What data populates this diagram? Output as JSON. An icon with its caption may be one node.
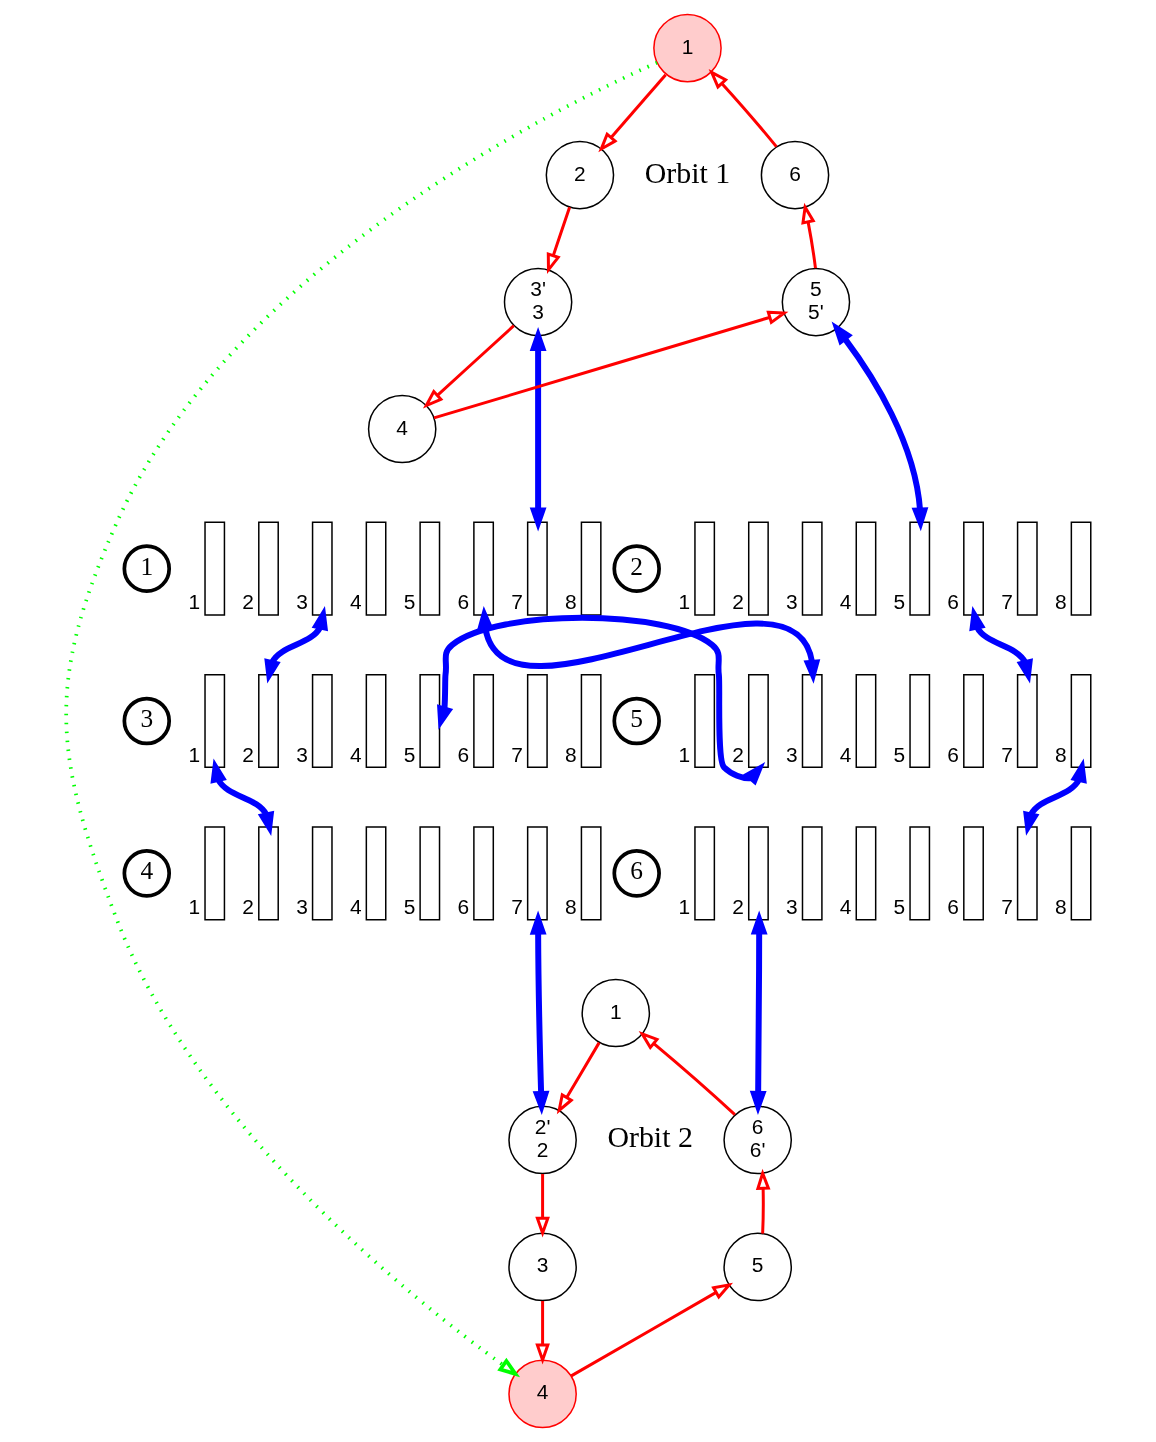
{
  "diagram": {
    "nodes": [
      {
        "text": [
          "1"
        ]
      },
      {
        "text": [
          "2"
        ]
      },
      {
        "text": [
          "3'",
          "3"
        ]
      },
      {
        "text": [
          "4"
        ]
      },
      {
        "text": [
          "5",
          "5'"
        ]
      },
      {
        "text": [
          "6"
        ]
      },
      {
        "text": [
          "1"
        ]
      },
      {
        "text": [],
        "shape": "box",
        "beside": [
          "1"
        ]
      },
      {
        "text": [],
        "shape": "box",
        "beside": [
          "2"
        ]
      },
      {
        "text": [],
        "shape": "box",
        "beside": [
          "3"
        ]
      },
      {
        "text": [],
        "shape": "box",
        "beside": [
          "4"
        ]
      },
      {
        "text": [],
        "shape": "box",
        "beside": [
          "5"
        ]
      },
      {
        "text": [],
        "shape": "box",
        "beside": [
          "6"
        ]
      },
      {
        "text": [],
        "shape": "box",
        "beside": [
          "7"
        ]
      },
      {
        "text": [],
        "shape": "box",
        "beside": [
          "8"
        ]
      },
      {
        "text": [
          "2"
        ]
      },
      {
        "text": [],
        "shape": "box",
        "beside": [
          "1"
        ]
      },
      {
        "text": [],
        "shape": "box",
        "beside": [
          "2"
        ]
      },
      {
        "text": [],
        "shape": "box",
        "beside": [
          "3"
        ]
      },
      {
        "text": [],
        "shape": "box",
        "beside": [
          "4"
        ]
      },
      {
        "text": [],
        "shape": "box",
        "beside": [
          "5"
        ]
      },
      {
        "text": [],
        "shape": "box",
        "beside": [
          "6"
        ]
      },
      {
        "text": [],
        "shape": "box",
        "beside": [
          "7"
        ]
      },
      {
        "text": [],
        "shape": "box",
        "beside": [
          "8"
        ]
      },
      {
        "text": [
          "3"
        ]
      },
      {
        "text": [],
        "shape": "box",
        "beside": [
          "1"
        ]
      },
      {
        "text": [],
        "shape": "box",
        "beside": [
          "2"
        ]
      },
      {
        "text": [],
        "shape": "box",
        "beside": [
          "3"
        ]
      },
      {
        "text": [],
        "shape": "box",
        "beside": [
          "4"
        ]
      },
      {
        "text": [],
        "shape": "box",
        "beside": [
          "5"
        ]
      },
      {
        "text": [],
        "shape": "box",
        "beside": [
          "6"
        ]
      },
      {
        "text": [],
        "shape": "box",
        "beside": [
          "7"
        ]
      },
      {
        "text": [],
        "shape": "box",
        "beside": [
          "8"
        ]
      },
      {
        "text": [
          "5"
        ]
      },
      {
        "text": [],
        "shape": "box",
        "beside": [
          "1"
        ]
      },
      {
        "text": [],
        "shape": "box",
        "beside": [
          "2"
        ]
      },
      {
        "text": [],
        "shape": "box",
        "beside": [
          "3"
        ]
      },
      {
        "text": [],
        "shape": "box",
        "beside": [
          "4"
        ]
      },
      {
        "text": [],
        "shape": "box",
        "beside": [
          "5"
        ]
      },
      {
        "text": [],
        "shape": "box",
        "beside": [
          "6"
        ]
      },
      {
        "text": [],
        "shape": "box",
        "beside": [
          "7"
        ]
      },
      {
        "text": [],
        "shape": "box",
        "beside": [
          "8"
        ]
      },
      {
        "text": [
          "4"
        ]
      },
      {
        "text": [],
        "shape": "box",
        "beside": [
          "1"
        ]
      },
      {
        "text": [],
        "shape": "box",
        "beside": [
          "2"
        ]
      },
      {
        "text": [],
        "shape": "box",
        "beside": [
          "3"
        ]
      },
      {
        "text": [],
        "shape": "box",
        "beside": [
          "4"
        ]
      },
      {
        "text": [],
        "shape": "box",
        "beside": [
          "5"
        ]
      },
      {
        "text": [],
        "shape": "box",
        "beside": [
          "6"
        ]
      },
      {
        "text": [],
        "shape": "box",
        "beside": [
          "7"
        ]
      },
      {
        "text": [],
        "shape": "box",
        "beside": [
          "8"
        ]
      },
      {
        "text": [
          "6"
        ]
      },
      {
        "text": [],
        "shape": "box",
        "beside": [
          "1"
        ]
      },
      {
        "text": [],
        "shape": "box",
        "beside": [
          "2"
        ]
      },
      {
        "text": [],
        "shape": "box",
        "beside": [
          "3"
        ]
      },
      {
        "text": [],
        "shape": "box",
        "beside": [
          "4"
        ]
      },
      {
        "text": [],
        "shape": "box",
        "beside": [
          "5"
        ]
      },
      {
        "text": [],
        "shape": "box",
        "beside": [
          "6"
        ]
      },
      {
        "text": [],
        "shape": "box",
        "beside": [
          "7"
        ]
      },
      {
        "text": [],
        "shape": "box",
        "beside": [
          "8"
        ]
      },
      {
        "text": [
          "1"
        ]
      },
      {
        "text": [
          "2'",
          "2"
        ]
      },
      {
        "text": [
          "3"
        ]
      },
      {
        "text": [
          "4"
        ]
      },
      {
        "text": [
          "5"
        ]
      },
      {
        "text": [
          "6",
          "6'"
        ]
      }
    ],
    "edges": [
      {
        "from": 0,
        "to": 1,
        "arrow": "to",
        "color": "#ff0000"
      },
      {
        "from": 1,
        "to": 2,
        "arrow": "to",
        "color": "#ff0000"
      },
      {
        "from": 2,
        "to": 3,
        "arrow": "to",
        "color": "#ff0000"
      },
      {
        "from": 3,
        "to": 4,
        "arrow": "to",
        "color": "#ff0000"
      },
      {
        "from": 4,
        "to": 5,
        "arrow": "to",
        "color": "#ff0000"
      },
      {
        "from": 5,
        "to": 0,
        "arrow": "to",
        "color": "#ff0000"
      },
      {
        "from": 2,
        "to": 13,
        "arrow": "both",
        "style": "thick",
        "color": "#0000ff"
      },
      {
        "from": 4,
        "to": 20,
        "arrow": "both",
        "style": "thick",
        "color": "#0000ff"
      },
      {
        "from": 9,
        "to": 26,
        "arrow": "both",
        "style": "thick",
        "color": "#0000ff"
      },
      {
        "from": 12,
        "to": 36,
        "arrow": "both",
        "style": "thick",
        "color": "#0000ff"
      },
      {
        "from": 21,
        "to": 40,
        "arrow": "both",
        "style": "thick",
        "color": "#0000ff"
      },
      {
        "from": 29,
        "to": 35,
        "arrow": "both",
        "style": "thick",
        "color": "#0000ff"
      },
      {
        "from": 25,
        "to": 44,
        "arrow": "both",
        "style": "thick",
        "color": "#0000ff"
      },
      {
        "from": 41,
        "to": 58,
        "arrow": "both",
        "style": "thick",
        "color": "#0000ff"
      },
      {
        "from": 49,
        "to": 61,
        "arrow": "both",
        "style": "thick",
        "color": "#0000ff"
      },
      {
        "from": 53,
        "to": 65,
        "arrow": "both",
        "style": "thick",
        "color": "#0000ff"
      },
      {
        "from": 60,
        "to": 61,
        "arrow": "to",
        "color": "#ff0000"
      },
      {
        "from": 61,
        "to": 62,
        "arrow": "to",
        "color": "#ff0000"
      },
      {
        "from": 62,
        "to": 63,
        "arrow": "to",
        "color": "#ff0000"
      },
      {
        "from": 63,
        "to": 64,
        "arrow": "to",
        "color": "#ff0000"
      },
      {
        "from": 64,
        "to": 65,
        "arrow": "to",
        "color": "#ff0000"
      },
      {
        "from": 65,
        "to": 60,
        "arrow": "to",
        "color": "#ff0000"
      },
      {
        "from": 0,
        "to": 63,
        "arrow": "to",
        "style": "dashed",
        "color": "#00ff00"
      }
    ],
    "labels": [
      "Orbit 1",
      "Orbit 2"
    ]
  }
}
